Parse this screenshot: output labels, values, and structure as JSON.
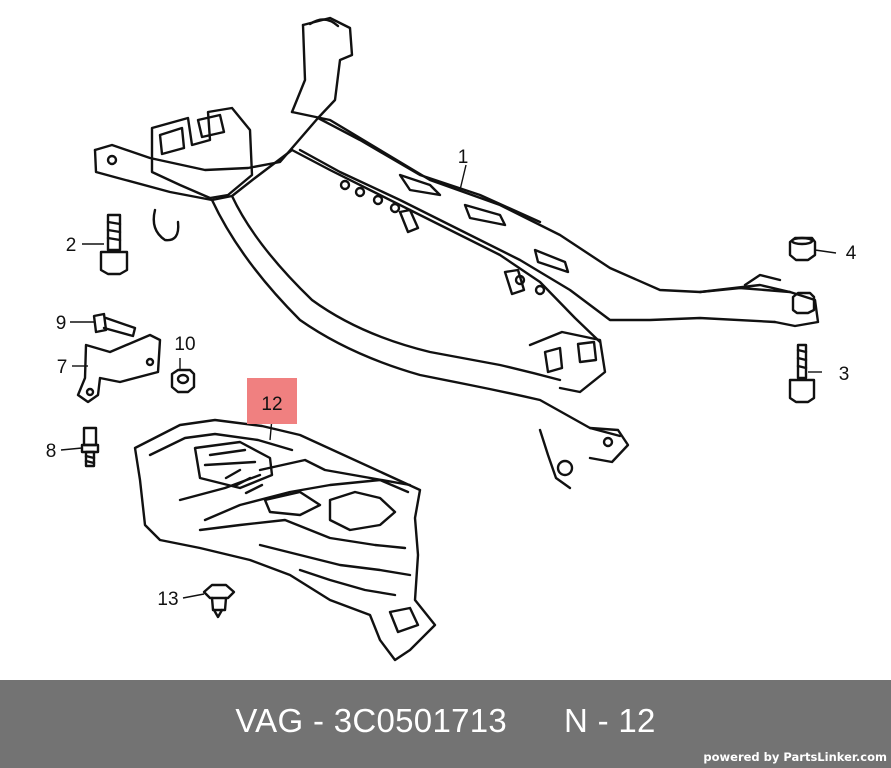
{
  "diagram": {
    "callouts": [
      {
        "id": "1",
        "label": "1"
      },
      {
        "id": "2",
        "label": "2"
      },
      {
        "id": "3",
        "label": "3"
      },
      {
        "id": "4",
        "label": "4"
      },
      {
        "id": "7",
        "label": "7"
      },
      {
        "id": "8",
        "label": "8"
      },
      {
        "id": "9",
        "label": "9"
      },
      {
        "id": "10",
        "label": "10"
      },
      {
        "id": "12",
        "label": "12"
      },
      {
        "id": "13",
        "label": "13"
      }
    ],
    "highlight": {
      "callout": "12",
      "color": "#f08080"
    }
  },
  "footer": {
    "brand": "VAG",
    "separator": "-",
    "part_number": "3C0501713",
    "position_label": "N - 12",
    "powered_by": "powered by PartsLinker.com",
    "background": "#737373"
  }
}
